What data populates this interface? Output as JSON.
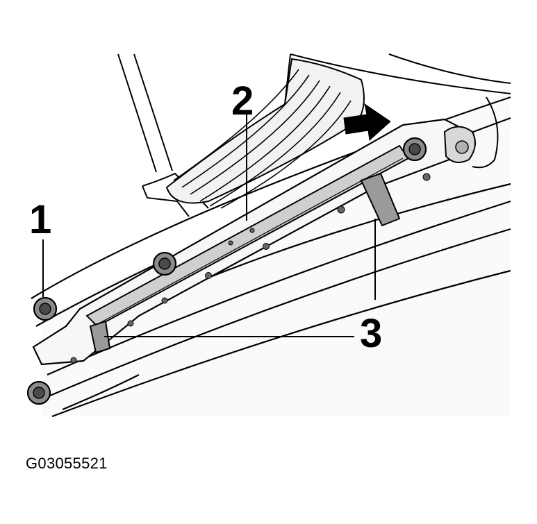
{
  "callouts": {
    "one": "1",
    "two": "2",
    "three": "3"
  },
  "figure_id": "G03055521",
  "colors": {
    "line": "#000000",
    "panel_fill": "#f4f4f4",
    "rail_fill": "#dcdcdc",
    "part_fill": "#9a9a9a",
    "bolt_fill": "#5a5a5a"
  }
}
